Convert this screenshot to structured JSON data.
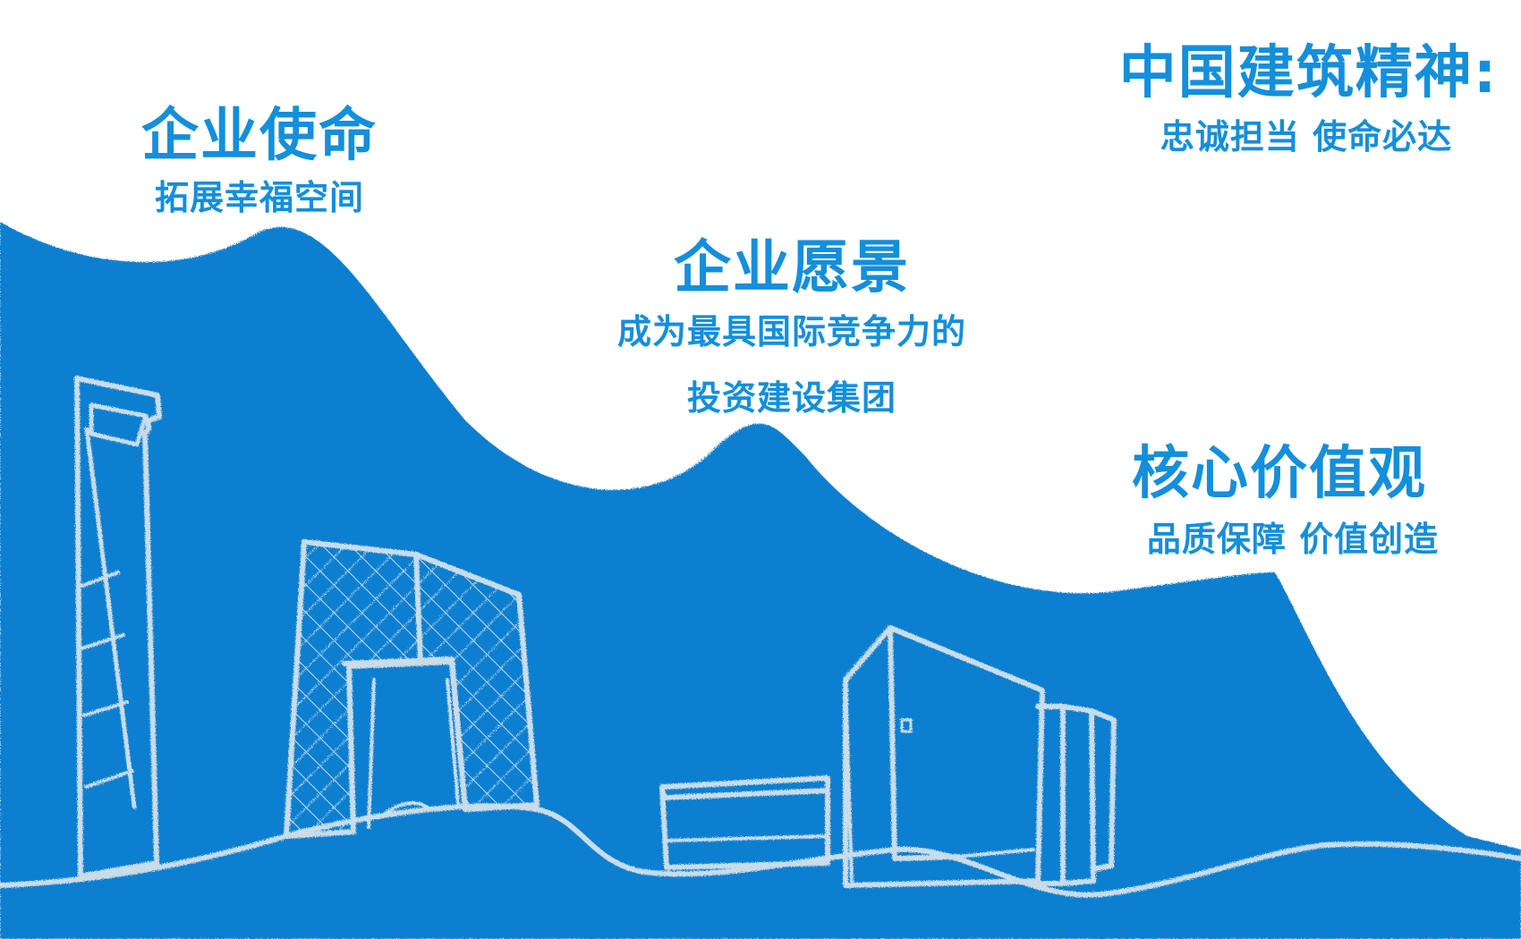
{
  "theme": {
    "brand_blue": "#0a7fd0",
    "sketch_line": "#c9dce8",
    "text_blue": "#138fdc",
    "background": "#ffffff"
  },
  "blocks": {
    "mission": {
      "title": "企业使命",
      "text": "拓展幸福空间"
    },
    "vision": {
      "title": "企业愿景",
      "line1": "成为最具国际竞争力的",
      "line2": "投资建设集团"
    },
    "spirit": {
      "title": "中国建筑精神:",
      "text": "忠诚担当 使命必达"
    },
    "values": {
      "title": "核心价值观",
      "text": "品质保障 价值创造"
    }
  },
  "illustration": {
    "buildings": [
      "tower-icon",
      "cctv-building-icon",
      "low-building-icon",
      "office-block-icon"
    ]
  }
}
